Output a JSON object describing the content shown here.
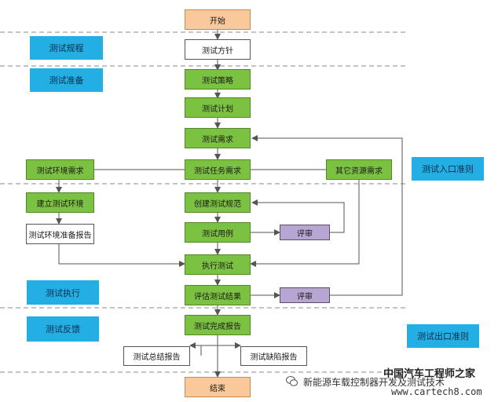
{
  "phases": {
    "test_regulation": "测试规程",
    "test_preparation": "测试准备",
    "test_execution": "测试执行",
    "test_feedback": "测试反馈",
    "entry_criteria": "测试入口准则",
    "exit_criteria": "测试出口准则"
  },
  "nodes": {
    "start": "开始",
    "test_policy": "测试方针",
    "test_strategy": "测试策略",
    "test_plan": "测试计划",
    "test_requirements": "测试需求",
    "env_requirements": "测试环境需求",
    "task_requirements": "测试任务需求",
    "other_resource_requirements": "其它资源需求",
    "build_env": "建立测试环境",
    "env_prep_report": "测试环境准备报告",
    "create_spec": "创建测试规范",
    "test_cases": "测试用例",
    "review_1": "评审",
    "execute_test": "执行测试",
    "evaluate_results": "评估测试结果",
    "review_2": "评审",
    "completion_report": "测试完成报告",
    "summary_report": "测试总结报告",
    "defect_report": "测试缺陷报告",
    "end": "结束"
  },
  "watermark": {
    "line1": "中国汽车工程师之家",
    "line2": "新能源车载控制器开发及测试技术",
    "line3": "www.cartech8.com"
  },
  "colors": {
    "orange_fill": "#f9c89b",
    "green_fill": "#7cc242",
    "purple_fill": "#b7a6d4",
    "phase_fill": "#23aee4",
    "connector": "#555555",
    "divider": "#888888"
  }
}
